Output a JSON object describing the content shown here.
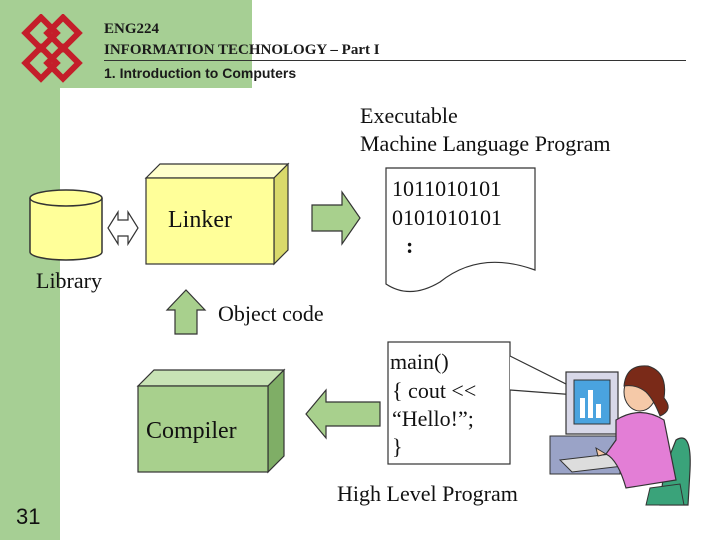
{
  "header": {
    "course_code": "ENG224",
    "course_title": "INFORMATION TECHNOLOGY – Part I",
    "section": "1. Introduction to Computers"
  },
  "diagram": {
    "library_label": "Library",
    "linker_label": "Linker",
    "compiler_label": "Compiler",
    "object_code_label": "Object code",
    "executable_label_line1": "Executable",
    "executable_label_line2": "Machine Language Program",
    "machine_code": [
      "1011010101",
      "0101010101",
      ":"
    ],
    "source_code": [
      "main()",
      "{ cout <<",
      "“Hello!”;",
      "}"
    ],
    "high_level_label": "High Level Program"
  },
  "page_number": "31",
  "colors": {
    "green_panel": "#a6cf94",
    "box_fill": "#a8d08d",
    "cylinder_fill": "#ffff99",
    "linker_fill": "#ffff99"
  }
}
